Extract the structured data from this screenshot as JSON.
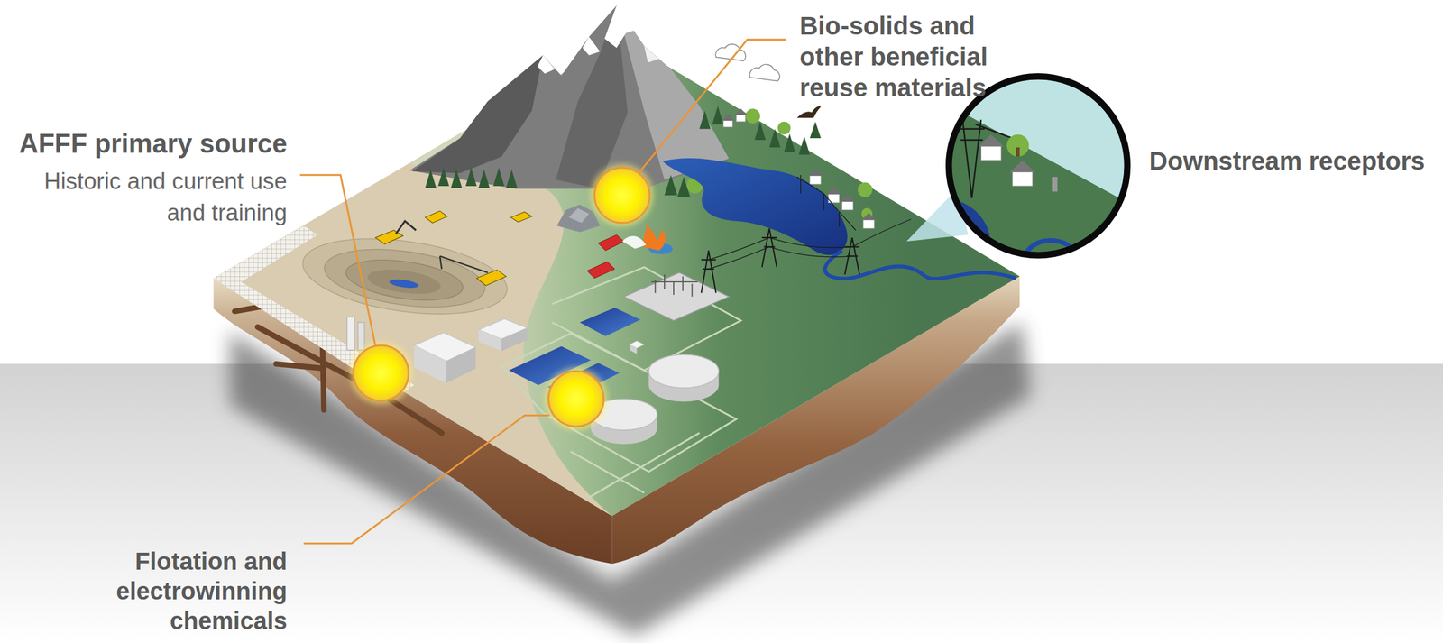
{
  "diagram": {
    "labels": [
      "AFFF primary source",
      "Historic and current use and training",
      "Bio-solids and other beneficial reuse materials",
      "Downstream receptors",
      "Flotation and electrowinning chemicals"
    ]
  }
}
